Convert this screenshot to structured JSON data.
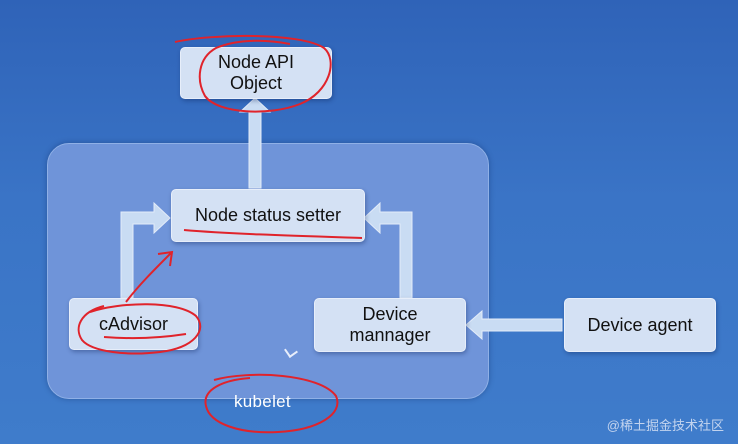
{
  "slide_title": "",
  "nodes": {
    "node_api_object": "Node API\nObject",
    "node_status_setter": "Node status setter",
    "cadvisor": "cAdvisor",
    "device_manager": "Device\nmannager",
    "device_agent": "Device agent"
  },
  "container_label": "kubelet",
  "watermark": "@稀土掘金技术社区",
  "colors": {
    "background": "#3a74c6",
    "container": "#6f94d9",
    "box": "#d4e1f4",
    "arrow": "#c9dcf3",
    "annotation": "#e0232b"
  }
}
